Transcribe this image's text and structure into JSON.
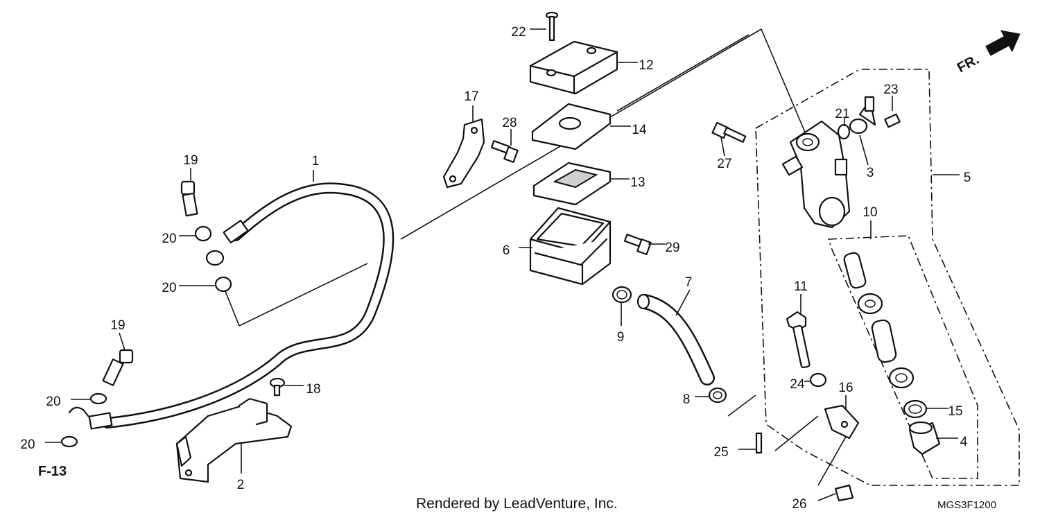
{
  "diagram": {
    "callouts": [
      "1",
      "2",
      "3",
      "4",
      "5",
      "6",
      "7",
      "8",
      "9",
      "10",
      "11",
      "12",
      "13",
      "14",
      "15",
      "16",
      "17",
      "18",
      "19",
      "19",
      "20",
      "20",
      "20",
      "20",
      "21",
      "22",
      "23",
      "24",
      "25",
      "26",
      "27",
      "28",
      "29"
    ],
    "reference": "F-13",
    "direction": "FR.",
    "footer": "Rendered by LeadVenture, Inc.",
    "diagram_code": "MGS3F1200"
  }
}
